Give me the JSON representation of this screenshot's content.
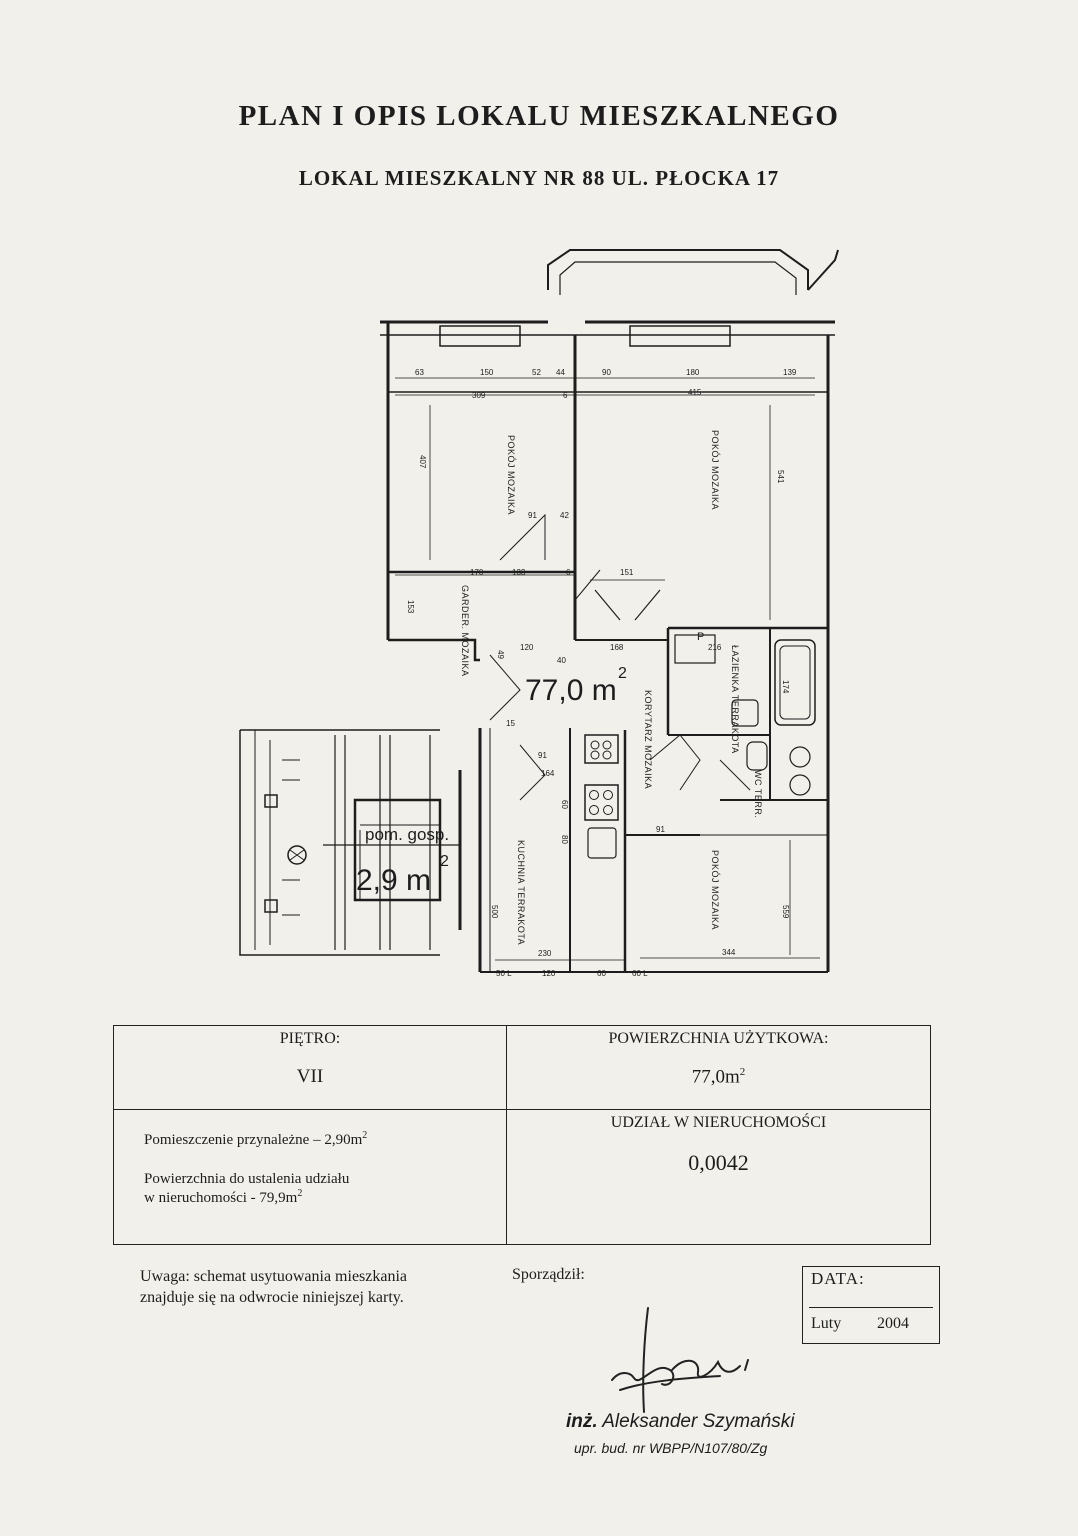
{
  "header": {
    "title": "PLAN I OPIS LOKALU MIESZKALNEGO",
    "subtitle": "LOKAL MIESZKALNY NR 88 UL. PŁOCKA 17"
  },
  "plan": {
    "total_area": "77,0 m",
    "area_unit_exp": "2",
    "storage_label": "pom. gosp.",
    "storage_area": "2,9 m",
    "rooms": {
      "room1": "POKÓJ MOZAIKA",
      "room2": "POKÓJ MOZAIKA",
      "room3": "POKÓJ MOZAIKA",
      "wardrobe": "GARDER. MOZAIKA",
      "corridor": "KORYTARZ MOZAIKA",
      "kitchen": "KUCHNIA TERRAKOTA",
      "bathroom": "ŁAZIENKA TERRAKOTA",
      "wc": "WC TERR."
    },
    "dims": {
      "d63": "63",
      "d150": "150",
      "d52": "52",
      "d44": "44",
      "d90": "90",
      "d180": "180",
      "d139": "139",
      "d309": "309",
      "d415": "415",
      "d6a": "6",
      "d407": "407",
      "d541": "541",
      "d91a": "91",
      "d42": "42",
      "d170": "170",
      "d6b": "6",
      "d133": "133",
      "d151": "151",
      "d153": "153",
      "d120": "120",
      "d168": "168",
      "d40": "40",
      "d216": "216",
      "d174": "174",
      "d91b": "91",
      "d164": "164",
      "d60": "60",
      "d80": "80",
      "d91c": "91",
      "d500": "500",
      "d230": "230",
      "d344": "344",
      "d559": "559",
      "d50": "50 L",
      "d120b": "120",
      "d60b": "60",
      "d60c": "60 L",
      "d15": "15",
      "d49": "49"
    },
    "p_label": "P"
  },
  "info_table": {
    "floor_label": "PIĘTRO:",
    "floor_value": "VII",
    "usable_area_label": "POWIERZCHNIA UŻYTKOWA:",
    "usable_area_value": "77,0m",
    "sup2": "2",
    "accessory_room": "Pomieszczenie przynależne – 2,90m",
    "share_area_line1": "Powierzchnia do ustalenia udziału",
    "share_area_line2": "w nieruchomości - 79,9m",
    "share_label": "UDZIAŁ W NIERUCHOMOŚCI",
    "share_value": "0,0042"
  },
  "footer": {
    "remark_line1": "Uwaga: schemat usytuowania mieszkania",
    "remark_line2": "znajduje się na odwrocie niniejszej karty.",
    "prepared_by_label": "Sporządził:",
    "date_label": "DATA:",
    "date_month": "Luty",
    "date_year": "2004",
    "stamp_title": "inż.",
    "stamp_name": "Aleksander Szymański",
    "stamp_license": "upr. bud. nr WBPP/N107/80/Zg"
  }
}
